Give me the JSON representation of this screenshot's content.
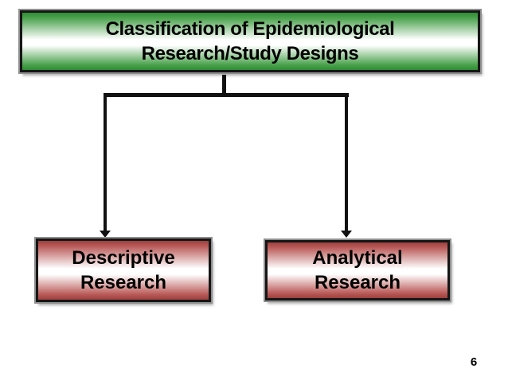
{
  "slide": {
    "title": {
      "line1": "Classification of Epidemiological",
      "line2": "Research/Study Designs"
    },
    "nodes": [
      {
        "id": "descriptive",
        "line1": "Descriptive",
        "line2": "Research"
      },
      {
        "id": "analytical",
        "line1": "Analytical",
        "line2": "Research"
      }
    ],
    "page_number": "6",
    "colors": {
      "title_gradient_green": "#3a9940",
      "node_gradient_red": "#b2514f",
      "connector_black": "#111111",
      "text_black": "#000000",
      "box_border": "#161616",
      "box_outline_gray": "#8f8f8f",
      "background": "#ffffff"
    }
  }
}
